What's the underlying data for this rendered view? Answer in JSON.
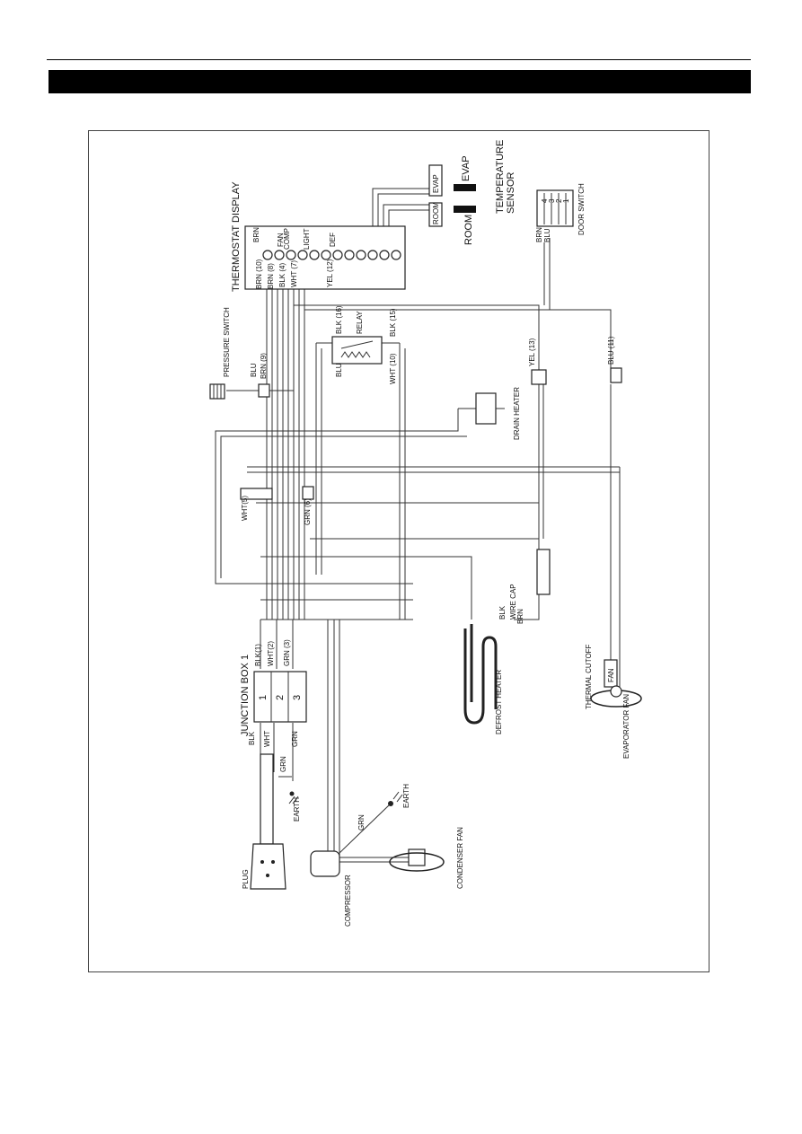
{
  "header": {
    "bar_color": "#000000"
  },
  "components": {
    "thermostat_display": "THERMOSTAT DISPLAY",
    "evap": "EVAP",
    "room": "ROOM",
    "evap_tag": "EVAP",
    "room_tag": "ROOM",
    "temperature_sensor_1": "TEMPERATURE",
    "temperature_sensor_2": "SENSOR",
    "door_switch": "DOOR SWITCH",
    "pressure_switch": "PRESSURE SWITCH",
    "relay": "RELAY",
    "drain_heater": "DRAIN HEATER",
    "wire_cap": "WIRE CAP",
    "defrost_heater": "DEFROST HEATER",
    "thermal_cutoff": "THERMAL CUTOFF",
    "fan_tag": "FAN",
    "evaporator_fan": "EVAPORATOR FAN",
    "junction_box": "JUNCTION BOX 1",
    "earth_1": "EARTH",
    "earth_2": "EARTH",
    "plug": "PLUG",
    "compressor": "COMPRESSOR",
    "condenser_fan": "CONDENSER FAN"
  },
  "thermostat_terminals": [
    "BRN",
    "FAN",
    "COMP",
    "LIGHT",
    "DEF"
  ],
  "door_switch_pins": [
    "4",
    "3",
    "2",
    "1"
  ],
  "junction_numbers": [
    "1",
    "2",
    "3"
  ],
  "wires": {
    "brn10": "BRN (10)",
    "brn8": "BRN (8)",
    "blk4": "BLK (4)",
    "wht7": "WHT (7)",
    "yel12": "YEL (12)",
    "blu": "BLU",
    "brn9": "BRN (9)",
    "blk16": "BLK (16)",
    "blu_relay": "BLU",
    "blk15": "BLK (15)",
    "wht10": "WHT (10)",
    "yel13": "YEL (13)",
    "blu11": "BLU (11)",
    "brn_ds": "BRN",
    "blu_ds": "BLU",
    "wht5": "WHT(5)",
    "grn6": "GRN (6)",
    "blk_wc": "BLK",
    "brn_wc": "BRN",
    "blk1": "BLK(1)",
    "wht2": "WHT(2)",
    "grn3": "GRN (3)",
    "blk_jb": "BLK",
    "wht_jb": "WHT",
    "grn_jb": "GRN",
    "grn_earth": "GRN",
    "grn_comp": "GRN"
  }
}
